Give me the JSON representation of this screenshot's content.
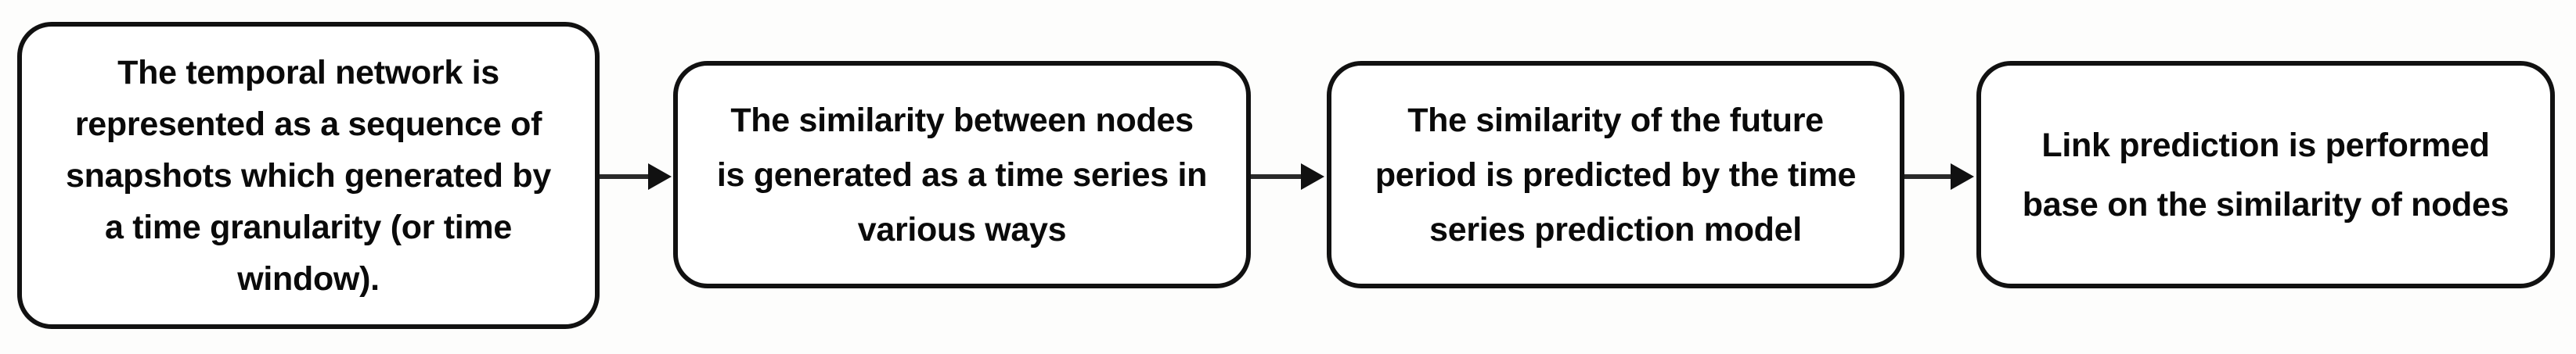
{
  "diagram": {
    "type": "flowchart",
    "orientation": "left-to-right",
    "background_color": "#fdfdfc",
    "node_fill_color": "#ffffff",
    "node_border_color": "#111111",
    "text_color": "#0a0a0a",
    "arrow_color": "#2a2a2a",
    "nodes": [
      {
        "id": "step-1",
        "order": 1,
        "shape": "rounded-rectangle",
        "text": "The temporal network is\nrepresented as a sequence of\nsnapshots which generated by\na time granularity (or time\nwindow)."
      },
      {
        "id": "step-2",
        "order": 2,
        "shape": "rounded-rectangle",
        "text": "The similarity between nodes\nis generated as a time series in\nvarious ways"
      },
      {
        "id": "step-3",
        "order": 3,
        "shape": "rounded-rectangle",
        "text": "The similarity of the future\nperiod is predicted by the time\nseries prediction model"
      },
      {
        "id": "step-4",
        "order": 4,
        "shape": "rounded-rectangle",
        "text": "Link prediction is performed\nbase on the similarity of nodes"
      }
    ],
    "connectors": [
      {
        "id": "arrow-1-2",
        "from": "step-1",
        "to": "step-2",
        "style": "solid-arrow"
      },
      {
        "id": "arrow-2-3",
        "from": "step-2",
        "to": "step-3",
        "style": "solid-arrow"
      },
      {
        "id": "arrow-3-4",
        "from": "step-3",
        "to": "step-4",
        "style": "solid-arrow"
      }
    ]
  }
}
